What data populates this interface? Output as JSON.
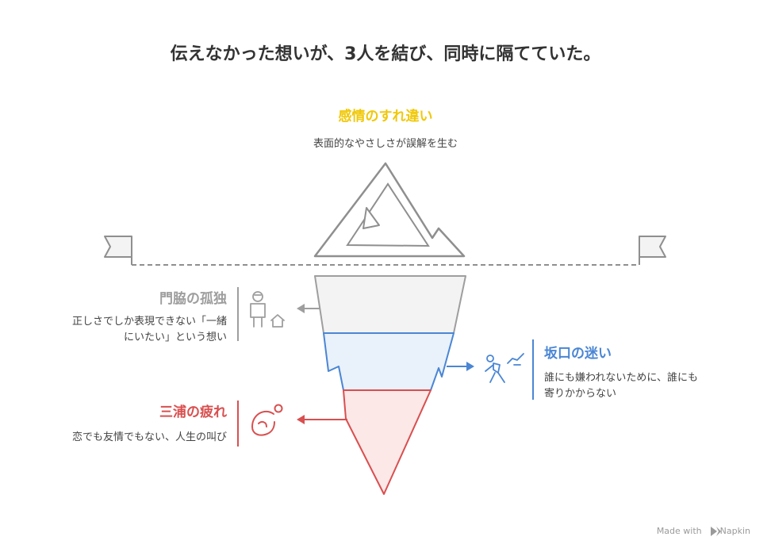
{
  "title": "伝えなかった想いが、3人を結び、同時に隔てていた。",
  "top": {
    "heading": "感情のすれ違い",
    "description": "表面的なやさしさが誤解を生む"
  },
  "layers": [
    {
      "heading": "門脇の孤独",
      "description_line1": "正しさでしか表現できない「一緒",
      "description_line2": "にいたい」という想い"
    },
    {
      "heading": "坂口の迷い",
      "description_line1": "誰にも嫌われないために、誰にも",
      "description_line2": "寄りかからない"
    },
    {
      "heading": "三浦の疲れ",
      "description_line1": "恋でも友情でもない、人生の叫び"
    }
  ],
  "colors": {
    "title": "#333333",
    "top_heading": "#f0c808",
    "layer1": "#9e9e9e",
    "layer1_fill": "#f3f3f3",
    "layer2": "#4a86d4",
    "layer2_fill": "#e9f1fb",
    "layer3": "#d94f4f",
    "layer3_fill": "#fde8e8",
    "outline": "#8f8f8f"
  },
  "icons": {
    "layer1": "person-house-icon",
    "layer2": "person-walking-icon",
    "layer3": "kneeling-person-icon"
  },
  "watermark": {
    "text": "Made with",
    "brand": "Napkin"
  }
}
